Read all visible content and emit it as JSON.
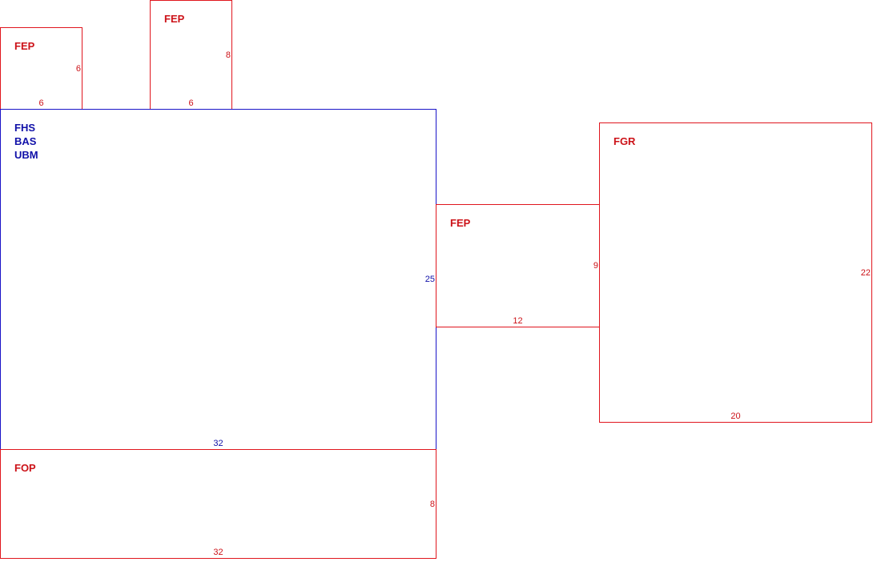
{
  "colors": {
    "red": "#e0161e",
    "blue": "#1a14c8"
  },
  "rooms": {
    "fep_top_left": {
      "label": "FEP",
      "width": "6",
      "height": "6"
    },
    "fep_top_mid": {
      "label": "FEP",
      "width": "6",
      "height": "8"
    },
    "main": {
      "lines": [
        "FHS",
        "BAS",
        "UBM"
      ],
      "width": "32",
      "height": "25"
    },
    "fep_mid_right": {
      "label": "FEP",
      "width": "12",
      "height": "9"
    },
    "fgr": {
      "label": "FGR",
      "width": "20",
      "height": "22"
    },
    "fop": {
      "label": "FOP",
      "width": "32",
      "height": "8"
    }
  }
}
